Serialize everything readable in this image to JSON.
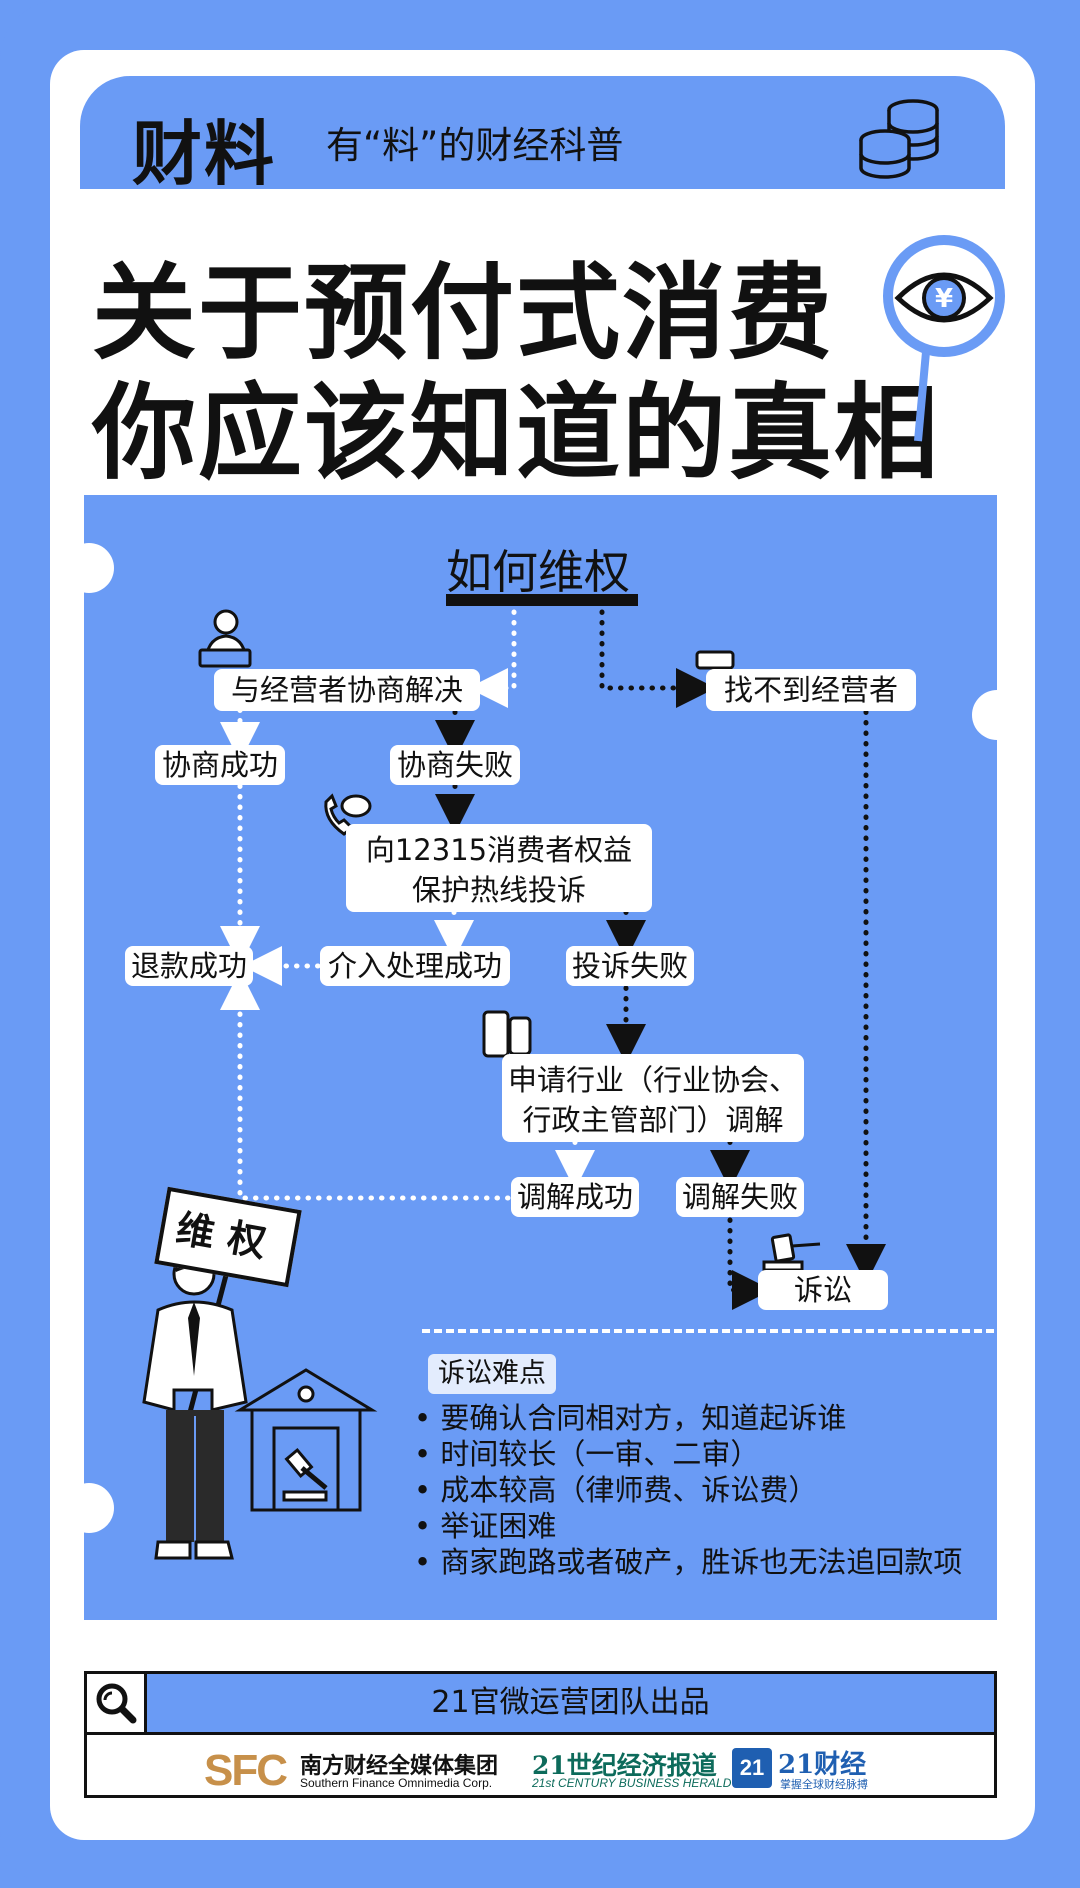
{
  "brand": {
    "logo": "财料",
    "tagline": "有“料”的财经科普"
  },
  "title": {
    "line1": "关于预付式消费",
    "line2": "你应该知道的真相"
  },
  "section": {
    "title": "如何维权"
  },
  "flow": {
    "negotiate": "与经营者协商解决",
    "not_found": "找不到经营者",
    "nego_success": "协商成功",
    "nego_fail": "协商失败",
    "hotline_l1": "向12315消费者权益",
    "hotline_l2": "保护热线投诉",
    "refund_success": "退款成功",
    "intervene_success": "介入处理成功",
    "complaint_fail": "投诉失败",
    "mediation_l1": "申请行业（行业协会、",
    "mediation_l2": "行政主管部门）调解",
    "mediation_success": "调解成功",
    "mediation_fail": "调解失败",
    "lawsuit": "诉讼"
  },
  "sign_text": "维权",
  "difficulties": {
    "title": "诉讼难点",
    "items": [
      "要确认合同相对方，知道起诉谁",
      "时间较长（一审、二审）",
      "成本较高（律师费、诉讼费）",
      "举证困难",
      "商家跑路或者破产，胜诉也无法追回款项"
    ]
  },
  "footer": {
    "credit": "21官微运营团队出品",
    "sfc_logo": "SFC",
    "nanfang_cn": "南方财经全媒体集团",
    "nanfang_en": "Southern Finance Omnimedia Corp.",
    "herald_cn": "21世纪经济报道",
    "herald_en": "21st CENTURY BUSINESS HERALD",
    "caijing_badge": "21",
    "caijing_cn": "21财经",
    "caijing_en": "掌握全球财经脉搏"
  },
  "colors": {
    "primary_blue": "#6a9bf5",
    "ink": "#111111",
    "sfc_gold": "#c7904a",
    "herald_green": "#0d6b5b",
    "caijing_blue": "#1f5fb1"
  }
}
